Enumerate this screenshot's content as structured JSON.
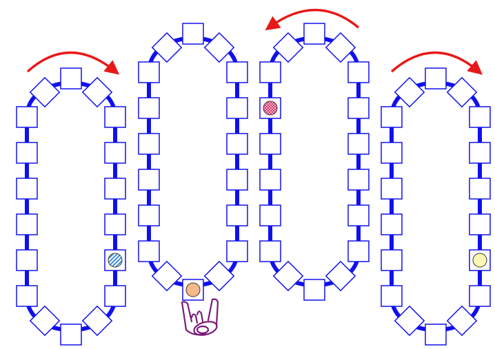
{
  "colors": {
    "track": "#1010ee",
    "cell_fill": "#ffffff",
    "cell_stroke": "#1010ee",
    "arrow": "#e81818",
    "hand": "#7a1a78",
    "background": "#ffffff"
  },
  "tracks": [
    {
      "name": "track-1",
      "rotation": "clockwise",
      "cells_per_side": 6,
      "token": {
        "kind": "diagonal-stripes",
        "color": "#3b8fd8",
        "side": "right",
        "cell_index": 4
      }
    },
    {
      "name": "track-2",
      "rotation": "none",
      "cells_per_side": 6,
      "token": {
        "kind": "solid",
        "color": "#f5b98a",
        "side": "bottom",
        "cell_index": 0
      },
      "has_hand": true
    },
    {
      "name": "track-3",
      "rotation": "counterclockwise",
      "cells_per_side": 6,
      "token": {
        "kind": "checkered",
        "color": "#e0457a",
        "side": "left",
        "cell_index": 1
      }
    },
    {
      "name": "track-4",
      "rotation": "clockwise",
      "cells_per_side": 6,
      "token": {
        "kind": "solid",
        "color": "#fbf7b4",
        "side": "right",
        "cell_index": 4
      }
    }
  ]
}
